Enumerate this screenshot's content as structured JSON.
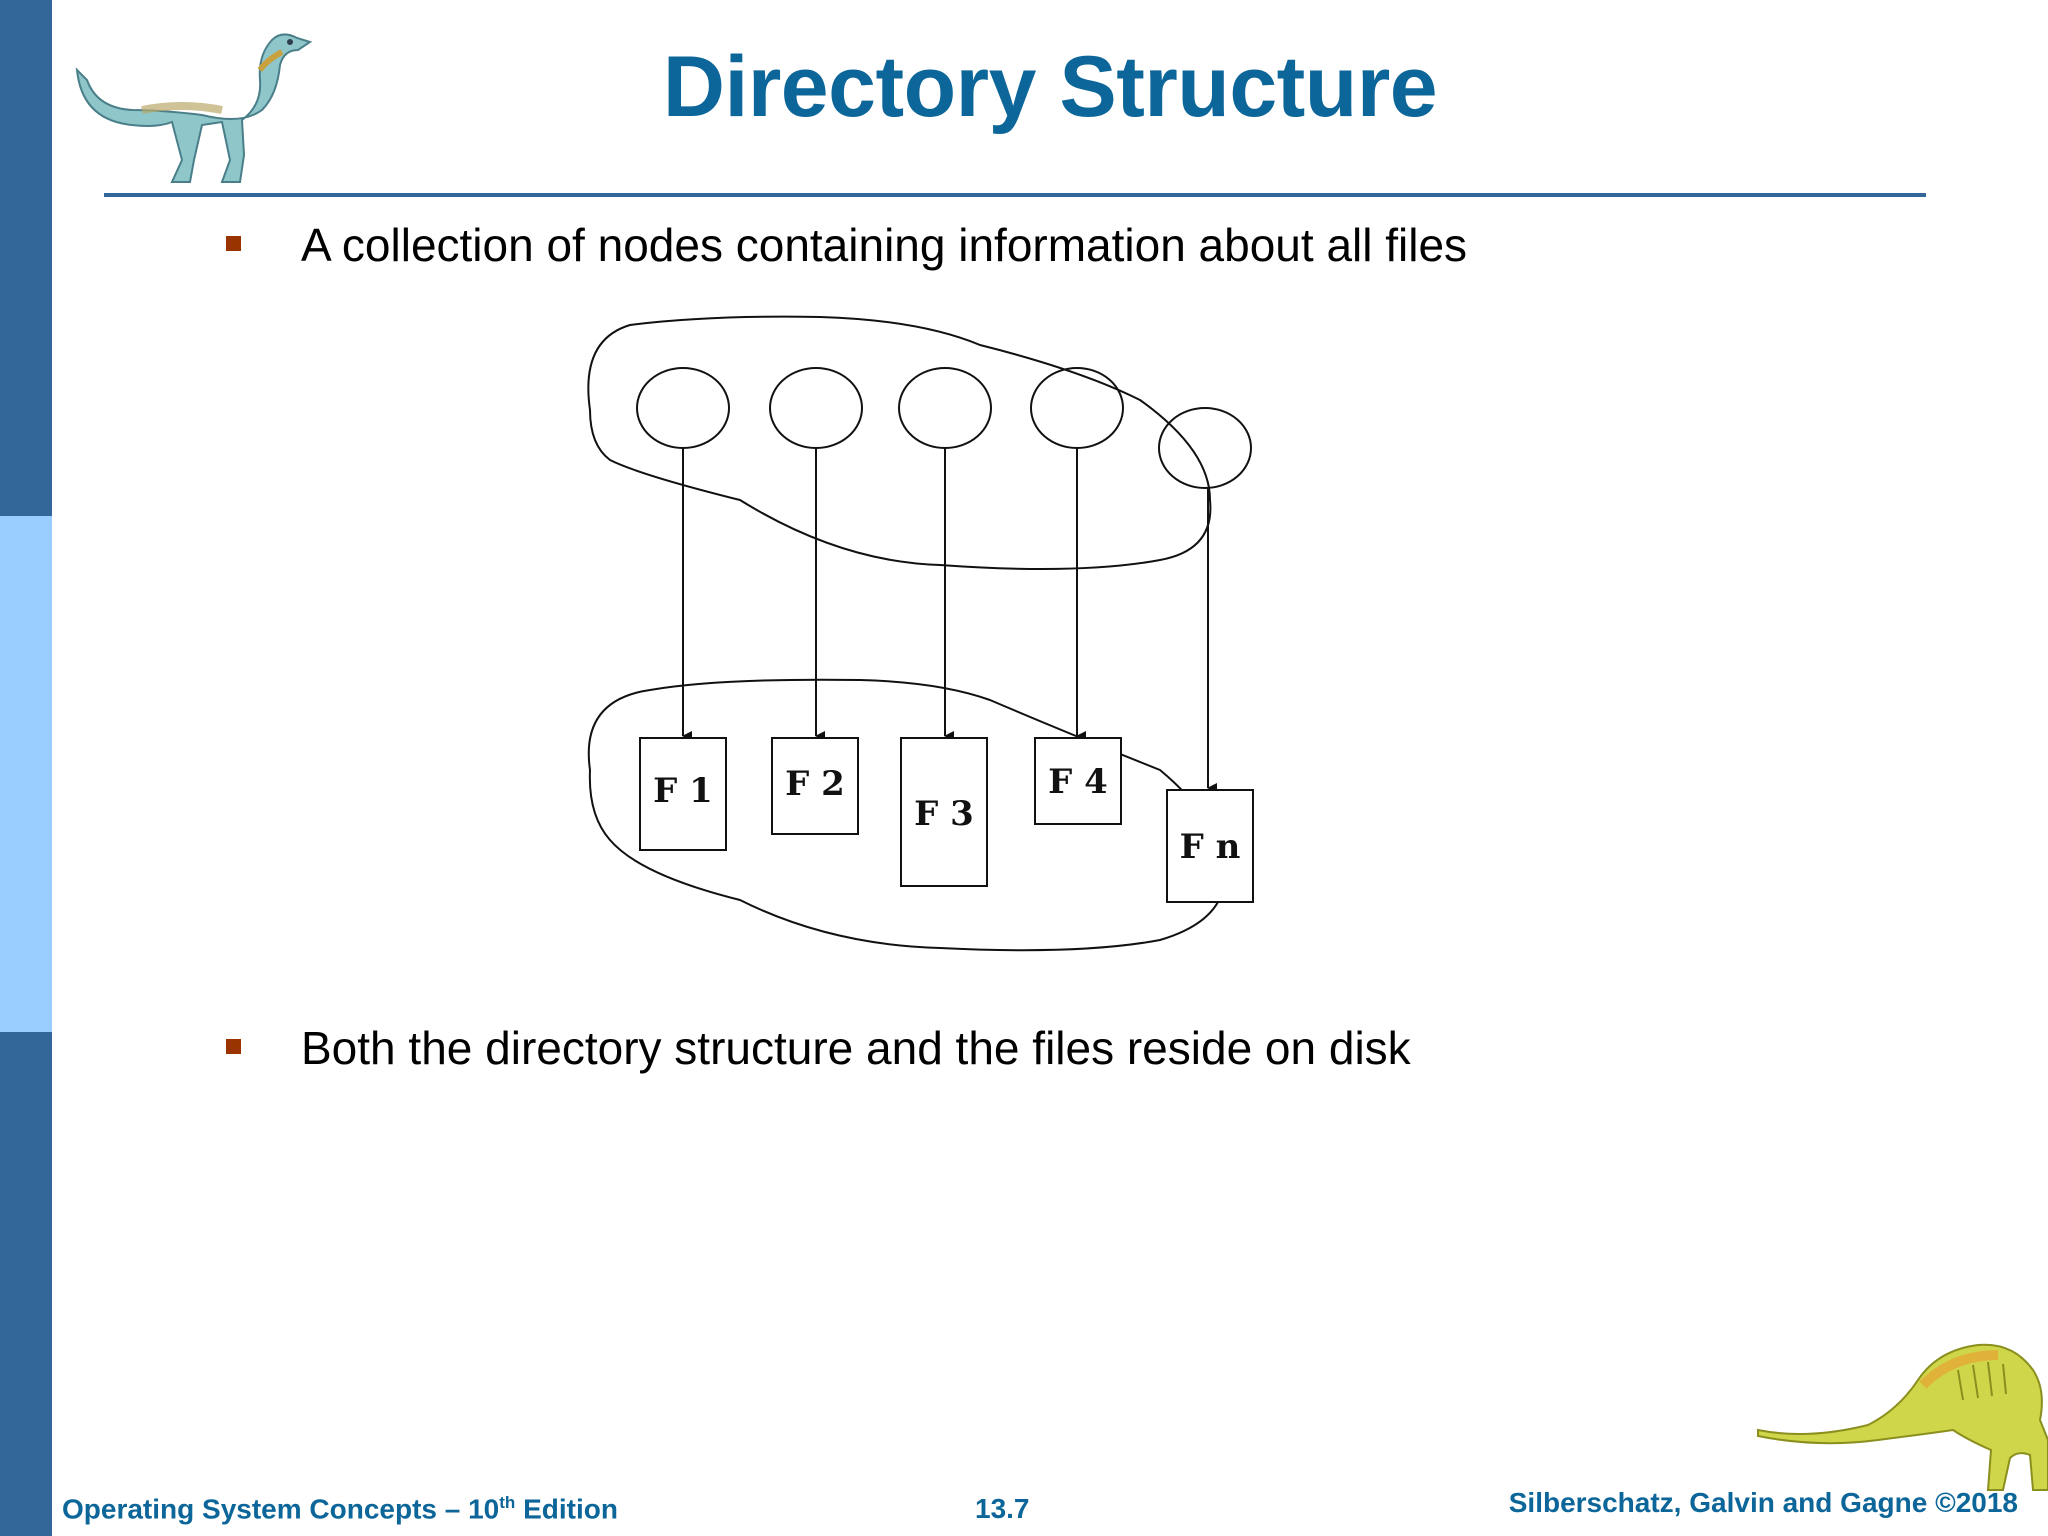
{
  "slide": {
    "title": "Directory Structure",
    "bullets": [
      "A collection of nodes containing information about all files",
      "Both the directory structure and the files reside on disk"
    ]
  },
  "diagram": {
    "files": [
      "F 1",
      "F 2",
      "F 3",
      "F 4",
      "F n"
    ]
  },
  "footer": {
    "left_prefix": "Operating System Concepts – 10",
    "left_sup": "th",
    "left_suffix": " Edition",
    "page": "13.7",
    "right": "Silberschatz, Galvin and Gagne ©2018"
  },
  "colors": {
    "accent": "#0d6699",
    "sidebar_dark": "#336699",
    "sidebar_light": "#99ccff",
    "bullet": "#993300"
  },
  "icons": [
    "dinosaur-top-icon",
    "dinosaur-bottom-icon"
  ]
}
